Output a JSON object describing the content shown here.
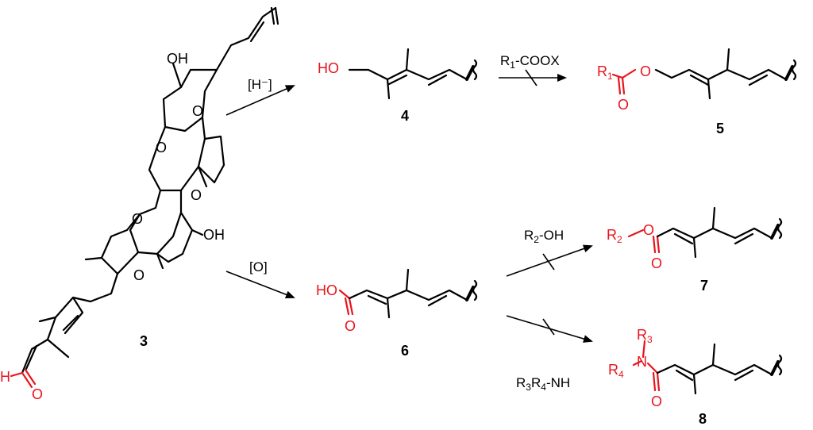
{
  "colors": {
    "highlight": "#e8141c",
    "ink": "#000000"
  },
  "compounds": {
    "c3": {
      "number": "3",
      "hydroxyl_top": "OH",
      "hydroxyl_mid": "OH",
      "oxygen": "O",
      "aldehyde_h": "H",
      "aldehyde_o": "O"
    },
    "c4": {
      "number": "4",
      "hydroxyl": "HO"
    },
    "c5": {
      "number": "5",
      "r_group": "R",
      "r_sub": "1",
      "oxygen_ether": "O",
      "oxygen_carbonyl": "O"
    },
    "c6": {
      "number": "6",
      "acid_ho": "HO",
      "acid_o": "O"
    },
    "c7": {
      "number": "7",
      "r_group": "R",
      "r_sub": "2",
      "oxygen_ether": "O",
      "oxygen_carbonyl": "O"
    },
    "c8": {
      "number": "8",
      "nitrogen": "N",
      "r3": "R",
      "r3_sub": "3",
      "r4": "R",
      "r4_sub": "4",
      "oxygen_carbonyl": "O"
    }
  },
  "reagents": {
    "reduction": "[H⁻]",
    "oxidation": "[O]",
    "esterification": {
      "prefix": "R",
      "sub": "1",
      "suffix": "-COOX"
    },
    "alcohol": {
      "prefix": "R",
      "sub": "2",
      "suffix": "-OH"
    },
    "amine": {
      "p1": "R",
      "s1": "3",
      "p2": "R",
      "s2": "4",
      "suffix": "-NH"
    }
  }
}
